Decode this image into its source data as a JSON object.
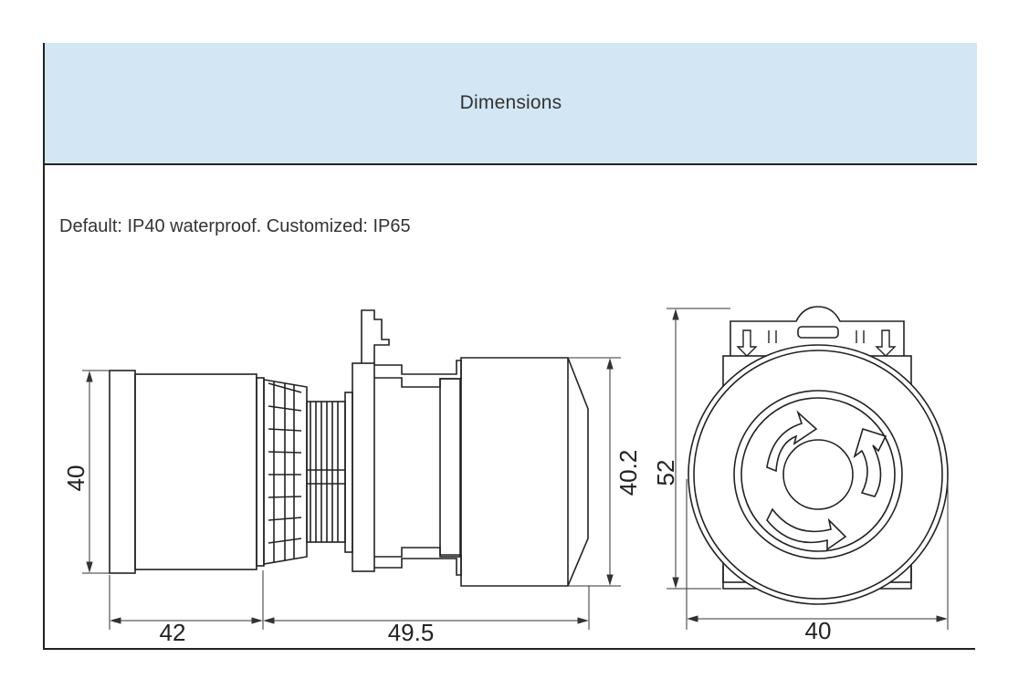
{
  "header": {
    "title": "Dimensions"
  },
  "note": "Default: IP40 waterproof. Customized: IP65",
  "dimensions": {
    "side_height": "40",
    "front_length": "42",
    "body_length": "49.5",
    "body_height": "40.2",
    "total_height": "52",
    "front_width": "40"
  }
}
